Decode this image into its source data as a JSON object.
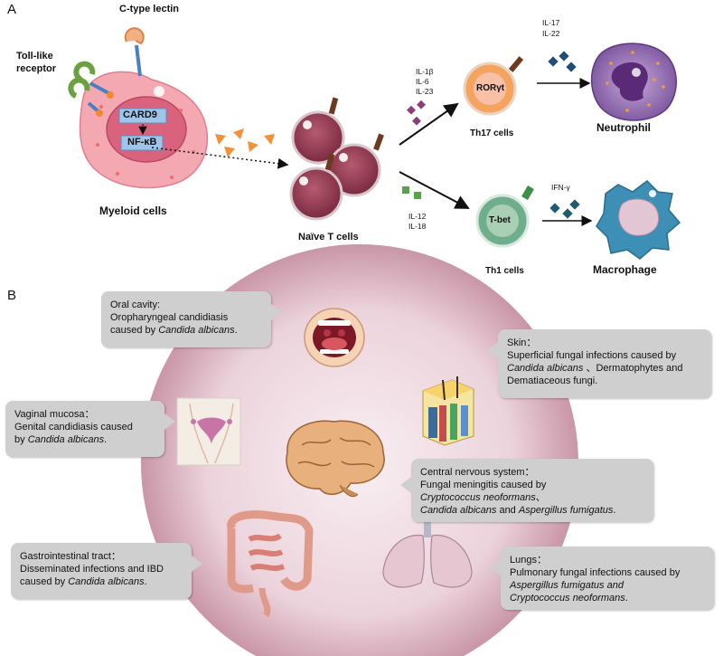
{
  "panel_a": {
    "letter": "A",
    "c_type_lectin": "C-type lectin",
    "toll_like_line1": "Toll-like",
    "toll_like_line2": "receptor",
    "card9": "CARD9",
    "nfkb": "NF-κB",
    "myeloid": "Myeloid cells",
    "naive": "Naïve T cells",
    "th17_cytokines": [
      "IL-1β",
      "IL-6",
      "IL-23"
    ],
    "th1_cytokines": [
      "IL-12",
      "IL-18"
    ],
    "roryt": "RORγt",
    "th17": "Th17 cells",
    "tbet": "T-bet",
    "th1": "Th1 cells",
    "il17": "IL-17",
    "il22": "IL-22",
    "ifn": "IFN-γ",
    "neutrophil": "Neutrophil",
    "macrophage": "Macrophage"
  },
  "panel_b": {
    "letter": "B",
    "oral": {
      "title": "Oral cavity:",
      "line1": "Oropharyngeal candidiasis",
      "line2_pre": "caused by ",
      "line2_it": "Candida albicans",
      "line2_post": "."
    },
    "skin": {
      "title": "Skin：",
      "line1": "Superficial fungal infections caused by",
      "line2_it": "Candida albicans",
      "line2_post": " 、Dermatophytes and",
      "line3": "Dematiaceous fungi."
    },
    "vaginal": {
      "title": "Vaginal mucosa：",
      "line1": "Genital candidiasis caused",
      "line2_pre": "by ",
      "line2_it": "Candida albicans",
      "line2_post": "."
    },
    "cns": {
      "title": "Central nervous system：",
      "line1": "Fungal meningitis caused by",
      "line2_it": "Cryptococcus neoformans",
      "line2_post": "、",
      "line3_it": "Candida albicans",
      "line3_mid": " and ",
      "line3_it2": "Aspergillus fumigatus",
      "line3_post": "."
    },
    "gi": {
      "title": "Gastrointestinal tract：",
      "line1": "Disseminated infections and IBD",
      "line2_pre": "caused by ",
      "line2_it": "Candida albicans",
      "line2_post": "."
    },
    "lungs": {
      "title": "Lungs：",
      "line1": "Pulmonary fungal infections caused by",
      "line2_it": "Aspergillus fumigatus and",
      "line3_it": "Cryptococcus neoformans",
      "line3_post": "."
    }
  },
  "colors": {
    "callout_bg": "#cfcfcf",
    "circle_center": "#f6ecef",
    "circle_edge": "#cc9aaa",
    "cell_fill": "#f4a8b2",
    "tcell_fill": "#9c3f57",
    "th17_fill": "#f5a460",
    "th1_fill": "#6fae8c"
  },
  "icons": [
    "toll-like-receptor-icon",
    "c-type-lectin-icon",
    "fungal-antigen-triangle-icon",
    "cytokine-diamond-icon",
    "mouth-icon",
    "skin-section-icon",
    "uterus-icon",
    "brain-icon",
    "intestine-icon",
    "lungs-icon",
    "neutrophil-icon",
    "macrophage-icon"
  ]
}
